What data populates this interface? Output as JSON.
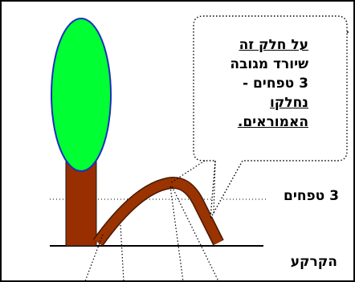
{
  "callout": {
    "line1": "על חלק זה",
    "line2": "שיורד מגובה",
    "line3": "3 טפחים -",
    "line4": "נחלקו",
    "line5": "האמוראים."
  },
  "labels": {
    "three_tefachim": "3 טפחים",
    "ground": "הקרקע"
  },
  "colors": {
    "canopy": "#00ff33",
    "canopy_outline": "#1f2dbf",
    "trunk": "#992e00",
    "branch": "#993300",
    "line": "#000000"
  }
}
